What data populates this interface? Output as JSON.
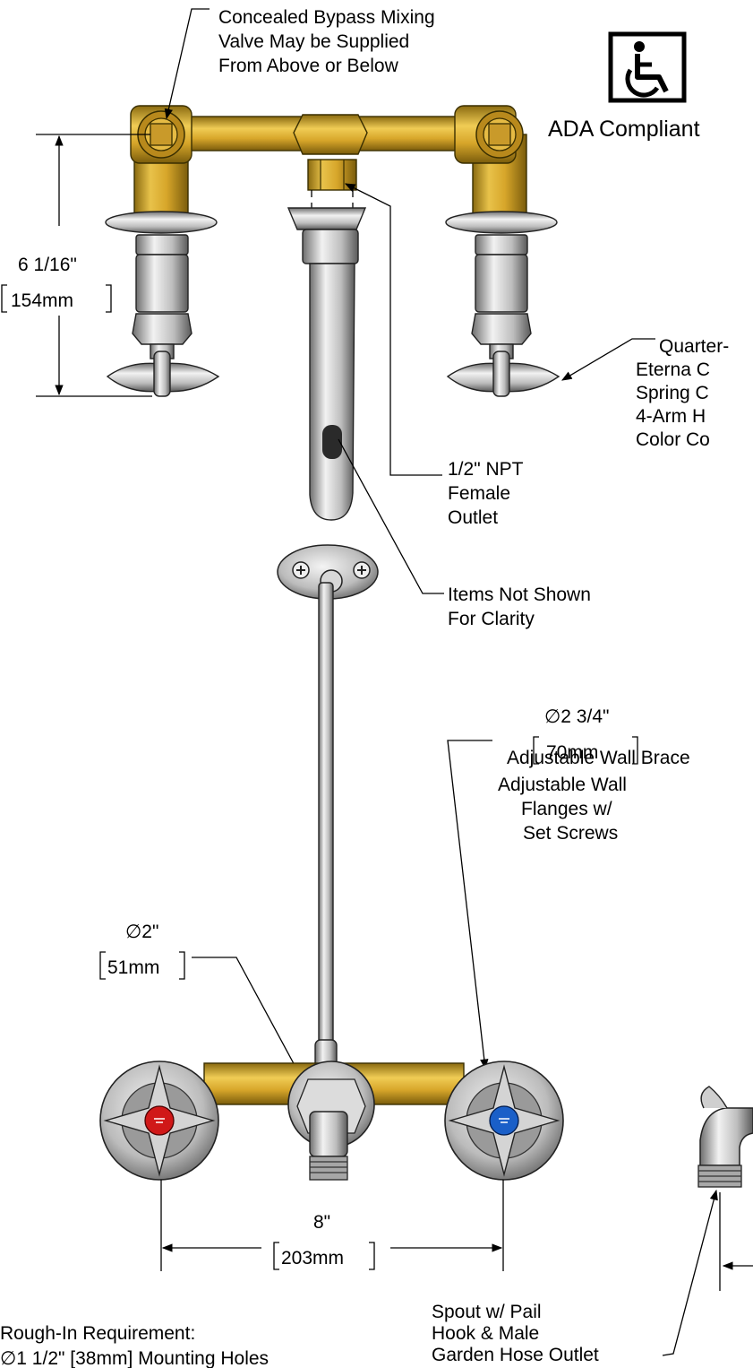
{
  "callouts": {
    "bypass_valve": [
      "Concealed Bypass Mixing",
      "Valve May be Supplied",
      "From Above or Below"
    ],
    "ada": "ADA Compliant",
    "quarter_turn": [
      "Quarter-",
      "Eterna C",
      "Spring C",
      "4-Arm H",
      "Color Co"
    ],
    "npt_outlet": [
      "1/2\" NPT",
      "Female",
      "Outlet"
    ],
    "items_not_shown": [
      "Items Not Shown",
      "For Clarity"
    ],
    "wall_brace": "Adjustable Wall Brace",
    "flange_dia": "∅2 3/4\"",
    "flange_mm": "70mm",
    "wall_flanges": [
      "Adjustable Wall",
      "Flanges w/",
      "Set Screws"
    ],
    "spout_dia": "∅2\"",
    "spout_mm": "51mm",
    "spout": [
      "Spout w/ Pail",
      "Hook & Male",
      "Garden Hose Outlet"
    ],
    "rough_in": [
      "Rough-In Requirement:",
      "∅1 1/2\" [38mm] Mounting Holes"
    ]
  },
  "dimensions": {
    "height_in": "6 1/16\"",
    "height_mm": "154mm",
    "centers_in": "8\"",
    "centers_mm": "203mm"
  },
  "icons": [
    "wheelchair-icon",
    "hot-index-icon",
    "cold-index-icon"
  ],
  "colors": {
    "brass": "#d9a92e",
    "chrome": "#c9c9c9",
    "hot": "#d01818",
    "cold": "#1a5fc8"
  }
}
